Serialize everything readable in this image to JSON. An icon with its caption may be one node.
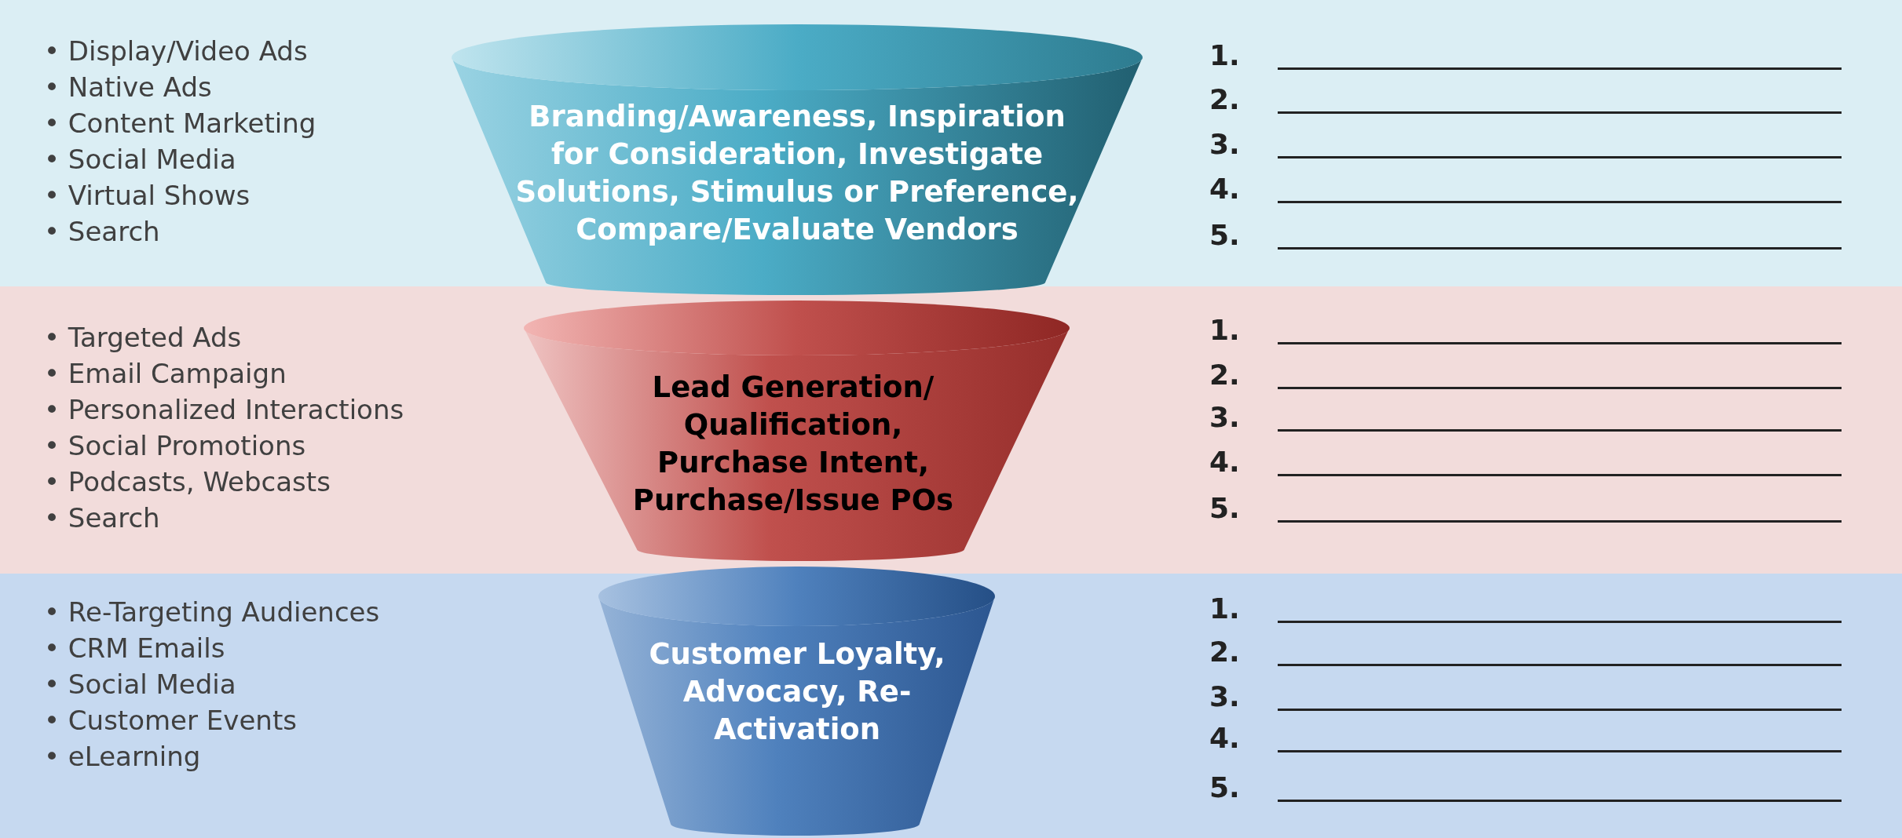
{
  "diagram": {
    "nodes": [
      {
        "text": [
          "• Display/Video Ads",
          "• Native Ads",
          "• Content Marketing",
          "• Social Media",
          "• Virtual Shows",
          "• Search"
        ]
      },
      {
        "text": [
          "• Targeted Ads",
          "• Email Campaign",
          "• Personalized Interactions",
          "• Social Promotions",
          "• Podcasts, Webcasts",
          "• Search"
        ]
      },
      {
        "text": [
          "• Re-Targeting Audiences",
          "• CRM Emails",
          "• Social Media",
          "• Customer Events",
          "• eLearning"
        ]
      },
      {
        "text": [
          "Branding/Awareness, Inspiration for Consideration, Investigate Solutions, Stimulus or Preference, Compare/Evaluate Vendors"
        ]
      },
      {
        "text": [
          "Lead Generation/ Qualification, Purchase Intent, Purchase/Issue POs"
        ]
      },
      {
        "text": [
          "Customer Loyalty, Advocacy, Re-Activation"
        ]
      }
    ],
    "edges": [],
    "labels": [
      "1.",
      "2.",
      "3.",
      "4.",
      "5.",
      "1.",
      "2.",
      "3.",
      "4.",
      "5.",
      "1.",
      "2.",
      "3.",
      "4.",
      "5."
    ]
  }
}
